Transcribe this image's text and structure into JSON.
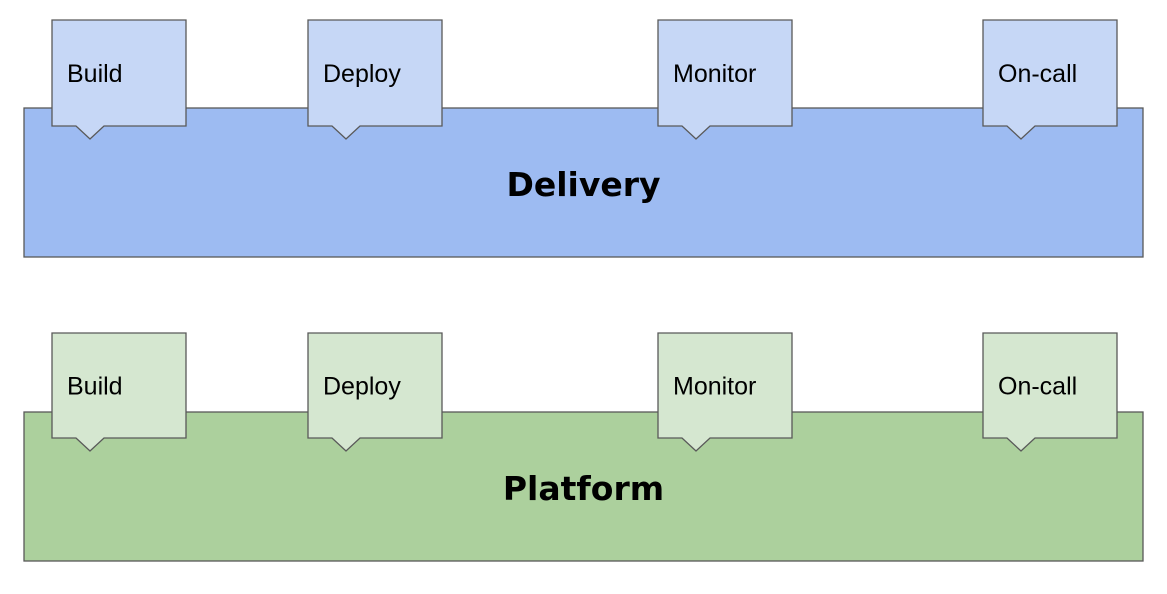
{
  "bands": [
    {
      "title": "Delivery",
      "fill": "#9dbbf2",
      "callout_fill": "#c6d7f6",
      "callouts": [
        "Build",
        "Deploy",
        "Monitor",
        "On-call"
      ]
    },
    {
      "title": "Platform",
      "fill": "#acd09d",
      "callout_fill": "#d5e7d0",
      "callouts": [
        "Build",
        "Deploy",
        "Monitor",
        "On-call"
      ]
    }
  ],
  "stroke_color": "#595959"
}
